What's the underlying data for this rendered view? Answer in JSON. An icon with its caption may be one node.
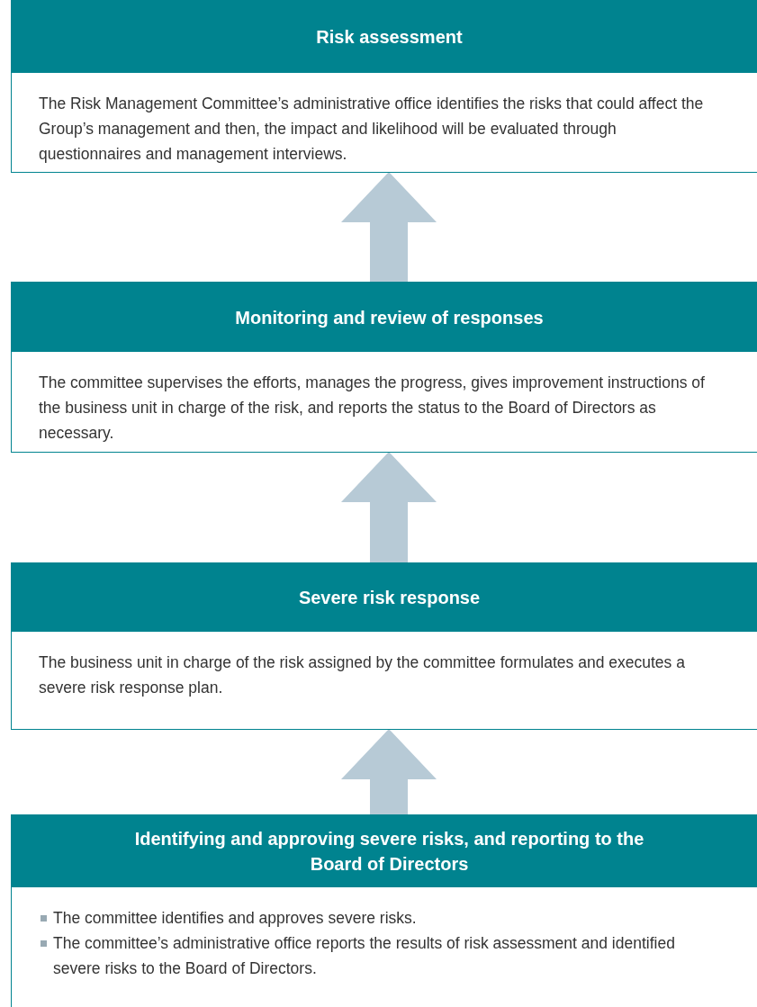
{
  "diagram": {
    "nodes": [
      {
        "text": [
          "Risk assessment",
          "The Risk Management Committee’s administrative office identifies the risks that could affect the Group’s management and then, the impact and likelihood will be evaluated through questionnaires and management interviews."
        ]
      },
      {
        "text": [
          "Monitoring and review of responses",
          "The committee supervises the efforts, manages the progress, gives improvement instructions of the business unit in charge of the risk, and reports the status to the Board of Directors as necessary."
        ]
      },
      {
        "text": [
          "Severe risk response",
          "The business unit in charge of the risk assigned by the committee formulates and executes a severe risk response plan."
        ]
      },
      {
        "text": [
          "Identifying and approving severe risks, and reporting to the Board of Directors",
          "The committee identifies and approves severe risks.",
          "The committee’s administrative office reports the results of risk assessment and identified severe risks to the Board of Directors."
        ]
      }
    ],
    "edges": [
      {
        "from": 1,
        "to": 0,
        "arrow": "to",
        "style": "thick"
      },
      {
        "from": 2,
        "to": 1,
        "arrow": "to",
        "style": "thick"
      },
      {
        "from": 3,
        "to": 2,
        "arrow": "to",
        "style": "thick"
      }
    ]
  }
}
